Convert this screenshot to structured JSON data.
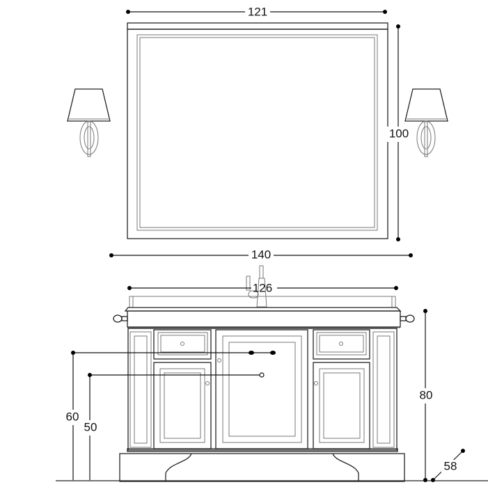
{
  "dimensions": {
    "mirror_width": "121",
    "mirror_height": "100",
    "total_width": "140",
    "cabinet_width": "126",
    "cabinet_height": "80",
    "drain_height": "60",
    "water_inlet_height": "50",
    "cabinet_depth": "58"
  }
}
